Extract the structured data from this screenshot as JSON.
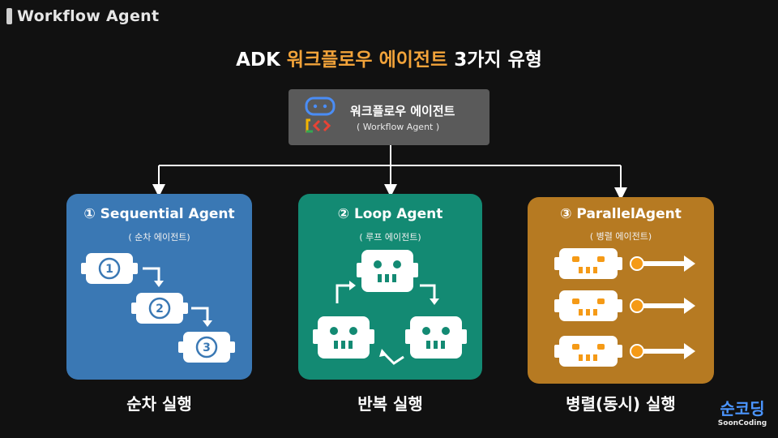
{
  "header": {
    "label": "Workflow Agent"
  },
  "title": {
    "prefix": "ADK ",
    "highlight": "워크플로우 에이전트",
    "suffix": " 3가지 유형"
  },
  "root": {
    "title": "워크플로우 에이전트",
    "subtitle": "( Workflow Agent )"
  },
  "cards": [
    {
      "title": "① Sequential Agent",
      "subtitle": "( 순차 에이전트)",
      "caption": "순차 실행",
      "steps": [
        "1",
        "2",
        "3"
      ]
    },
    {
      "title": "② Loop Agent",
      "subtitle": "( 루프 에이전트)",
      "caption": "반복 실행"
    },
    {
      "title": "③ ParallelAgent",
      "subtitle": "( 병렬 에이전트)",
      "caption": "병렬(동시) 실행"
    }
  ],
  "brand": {
    "korean": "순코딩",
    "english": "SoonCoding"
  },
  "colors": {
    "background": "#111111",
    "highlight": "#f2a33a",
    "root": "#5a5a5a",
    "sequential": "#3a78b4",
    "loop": "#138a73",
    "parallel": "#b67a22",
    "parallel_arrow": "#f59a16",
    "brand": "#4b95ff"
  }
}
